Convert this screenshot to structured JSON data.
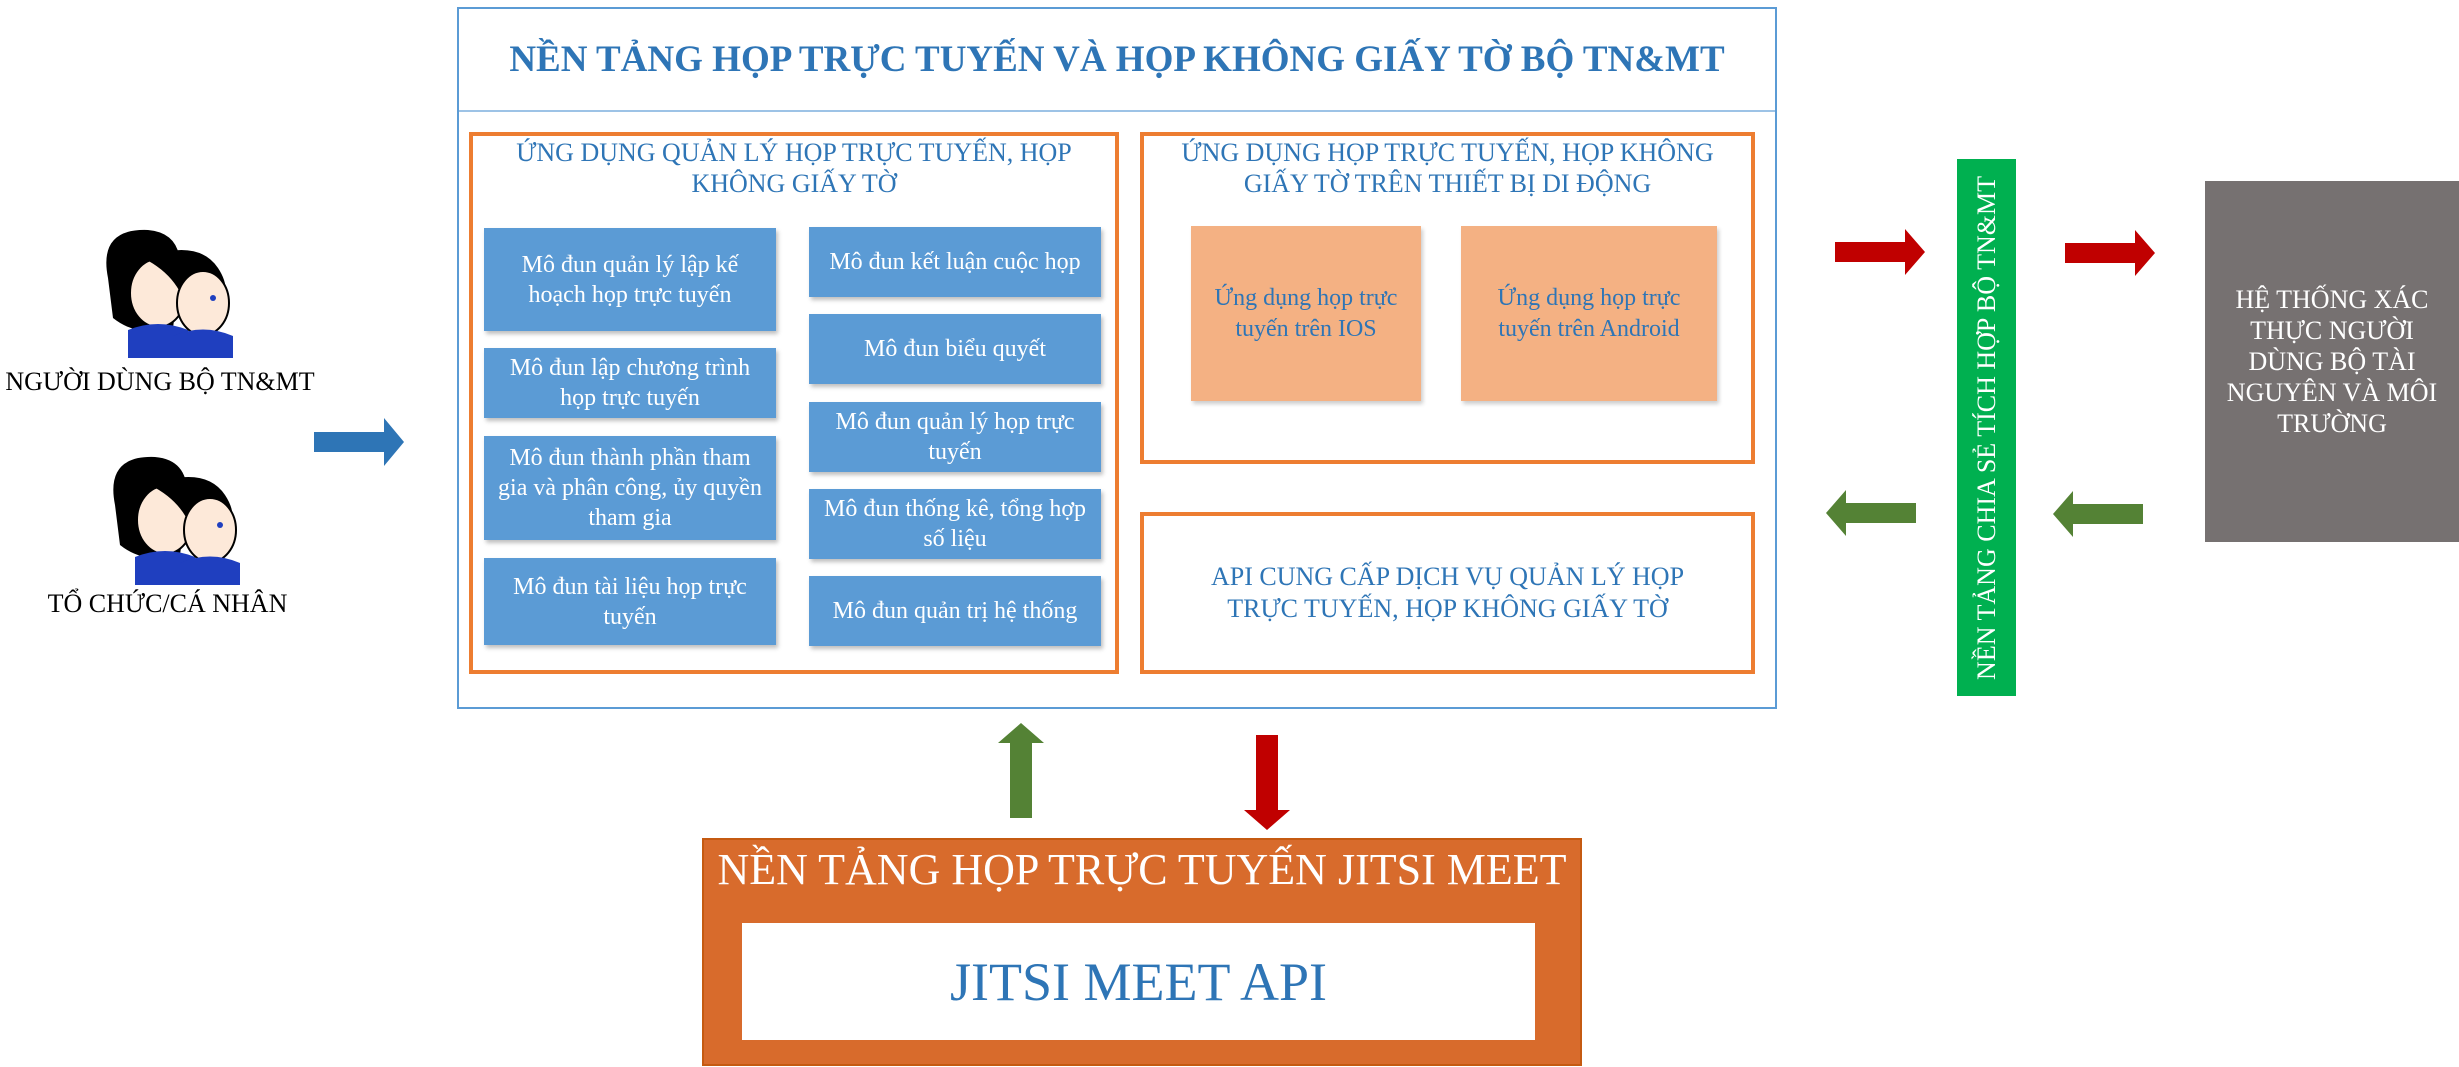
{
  "users": {
    "ministry_user_label": "NGƯỜI DÙNG BỘ TN&MT",
    "org_user_label": "TỔ CHỨC/CÁ NHÂN"
  },
  "platform": {
    "title": "NỀN TẢNG HỌP TRỰC TUYẾN VÀ HỌP KHÔNG GIẤY TỜ BỘ TN&MT",
    "management_app": {
      "title": "ỨNG DỤNG QUẢN LÝ HỌP TRỰC TUYẾN, HỌP KHÔNG GIẤY TỜ",
      "modules_left": [
        "Mô đun quản lý lập kế hoạch họp trực tuyến",
        "Mô đun lập chương trình họp trực tuyến",
        "Mô đun thành phần tham gia và phân công, ủy quyền tham gia",
        "Mô đun tài liệu  họp trực tuyến"
      ],
      "modules_right": [
        "Mô đun kết luận cuộc họp",
        "Mô đun biểu quyết",
        "Mô đun quản lý họp trực tuyến",
        "Mô đun thống kê, tổng hợp số liệu",
        "Mô đun quản trị hệ thống"
      ]
    },
    "mobile_app": {
      "title": "ỨNG DỤNG HỌP TRỰC TUYẾN, HỌP KHÔNG GIẤY TỜ TRÊN THIẾT BỊ DI ĐỘNG",
      "ios": "Ứng dụng họp trực tuyến trên IOS",
      "android": "Ứng dụng họp trực tuyến trên Android"
    },
    "api": {
      "text": "API CUNG CẤP DỊCH VỤ QUẢN LÝ HỌP TRỰC TUYẾN, HỌP KHÔNG GIẤY TỜ"
    }
  },
  "sharing_platform": {
    "label": "NỀN TẢNG CHIA SẺ TÍCH HỢP BỘ TN&MT"
  },
  "auth_system": {
    "label": "HỆ THỐNG XÁC THỰC NGƯỜI DÙNG BỘ TÀI NGUYÊN VÀ MÔI TRƯỜNG"
  },
  "jitsi": {
    "title": "NỀN TẢNG HỌP TRỰC TUYẾN JITSI MEET",
    "api_label": "JITSI MEET API"
  },
  "colors": {
    "blue_arrow": "#2e75b6",
    "red_arrow": "#c00000",
    "green_arrow": "#548235",
    "module_blue": "#5b9bd5",
    "orange_border": "#ed7d31",
    "share_green": "#00b050",
    "auth_gray": "#767171",
    "jitsi_orange": "#d86b2c"
  }
}
